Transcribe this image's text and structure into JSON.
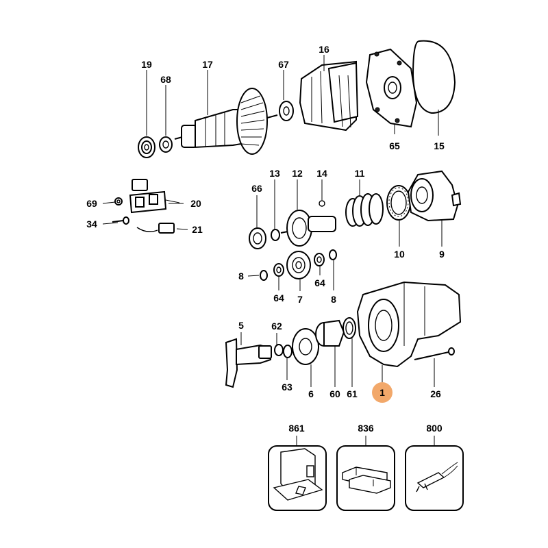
{
  "labels": {
    "p19": "19",
    "p68": "68",
    "p17": "17",
    "p67": "67",
    "p16": "16",
    "p65": "65",
    "p15": "15",
    "p69": "69",
    "p20": "20",
    "p34": "34",
    "p21": "21",
    "p66": "66",
    "p13": "13",
    "p12": "12",
    "p14": "14",
    "p11": "11",
    "p10": "10",
    "p9": "9",
    "p8a": "8",
    "p64a": "64",
    "p7": "7",
    "p64b": "64",
    "p8b": "8",
    "p5": "5",
    "p62": "62",
    "p63": "63",
    "p6": "6",
    "p60": "60",
    "p61": "61",
    "p1": "1",
    "p26": "26",
    "p861": "861",
    "p836": "836",
    "p800": "800"
  },
  "highlight_color": "#f2a86a"
}
